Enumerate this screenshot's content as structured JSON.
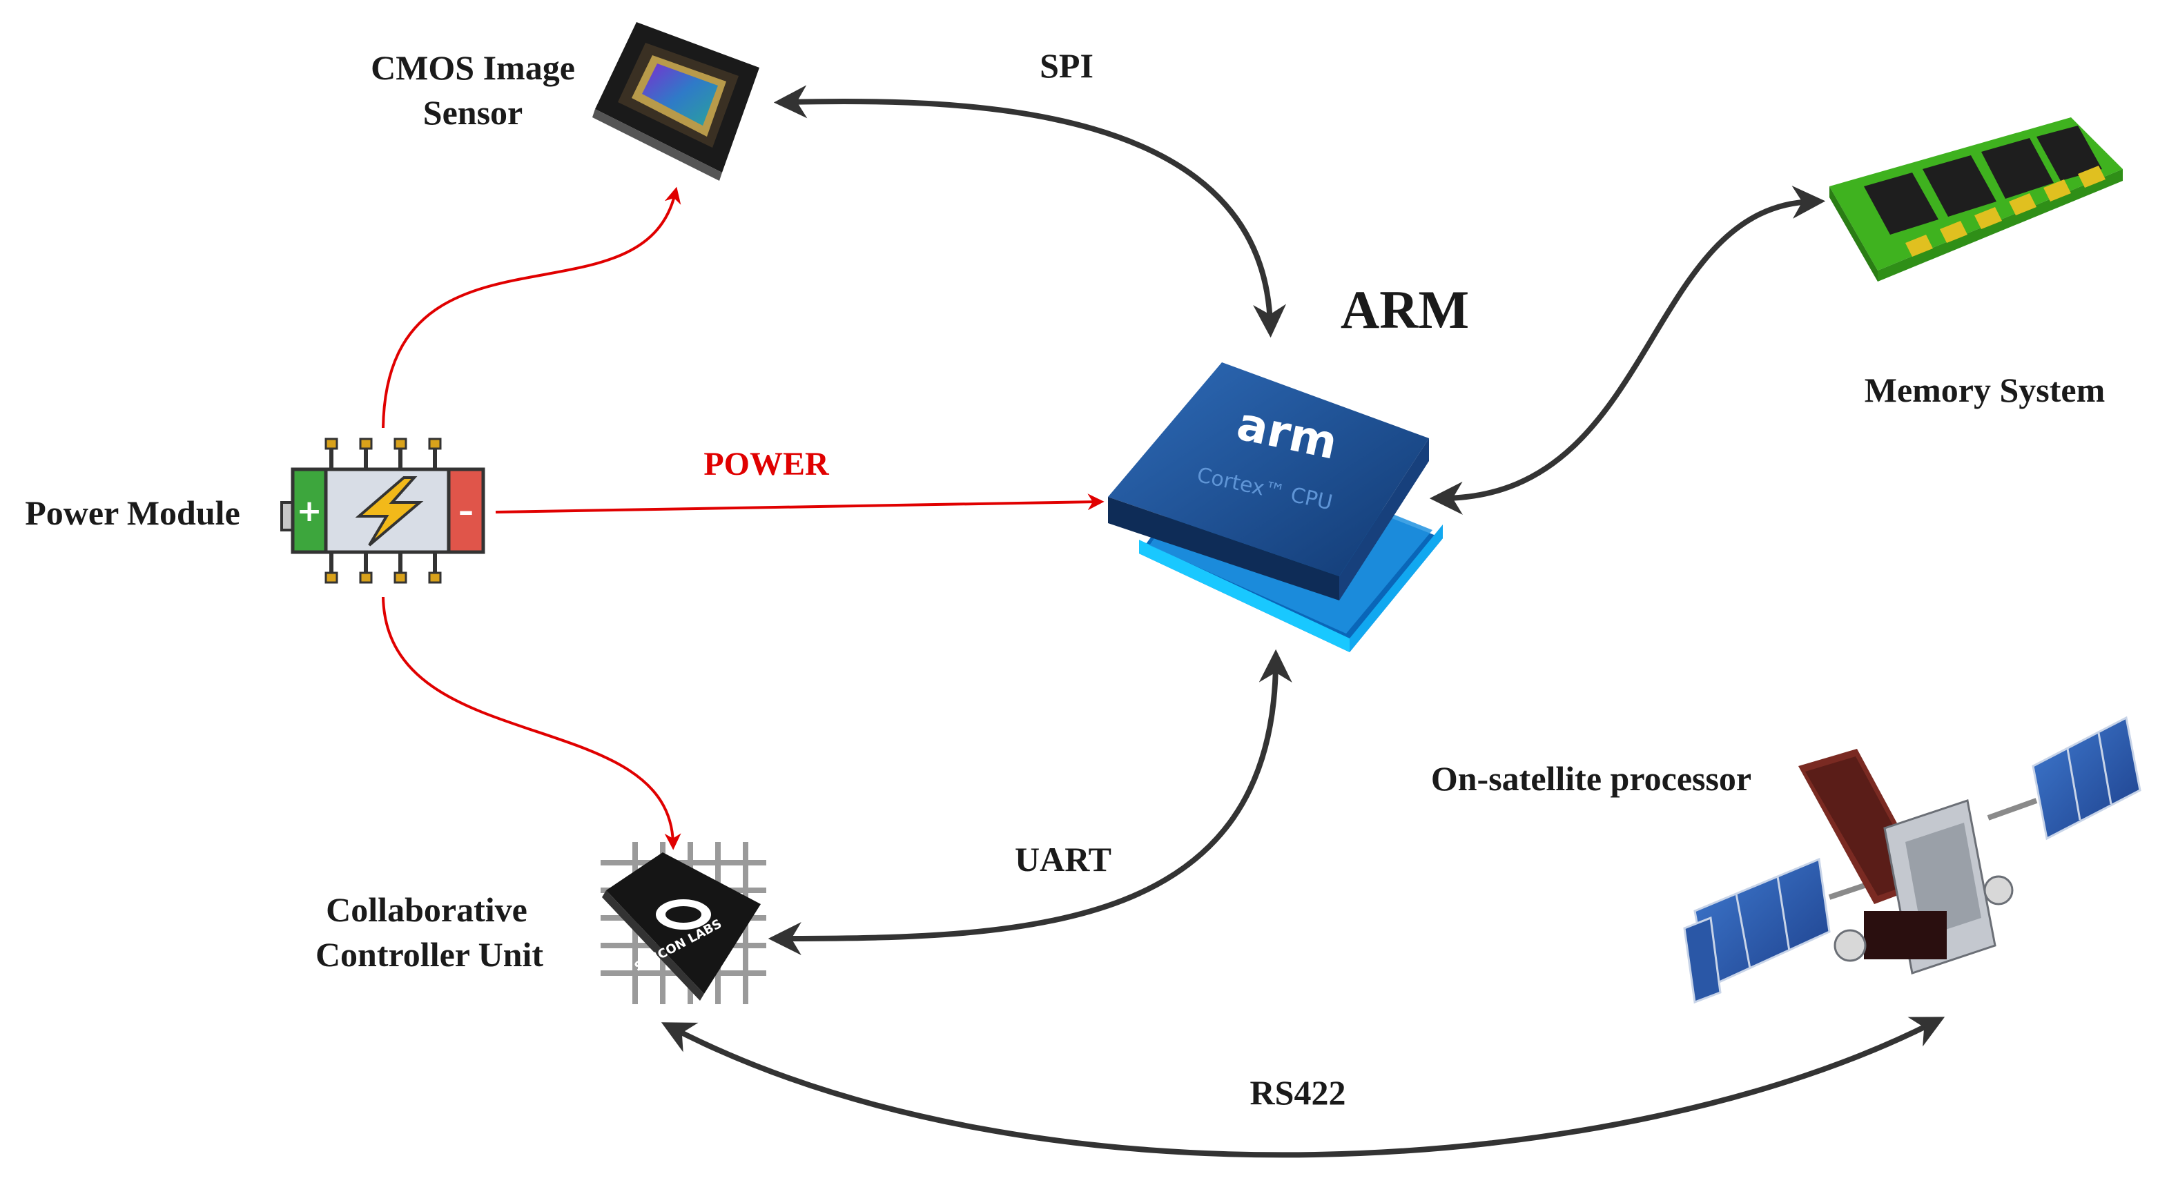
{
  "nodes": {
    "cmos": {
      "label_line1": "CMOS Image",
      "label_line2": "Sensor",
      "icon": "image-sensor-icon"
    },
    "memory": {
      "label": "Memory System",
      "icon": "memory-module-icon"
    },
    "arm": {
      "title": "ARM",
      "chip_brand": "arm",
      "chip_subtitle": "Cortex™ CPU",
      "icon": "arm-cpu-chip-icon"
    },
    "power": {
      "label": "Power Module",
      "plus": "+",
      "minus": "–",
      "icon": "battery-icon"
    },
    "ccu": {
      "label_line1": "Collaborative",
      "label_line2": "Controller Unit",
      "chip_text": "SILICON LABS",
      "icon": "microcontroller-icon"
    },
    "satellite": {
      "label": "On-satellite processor",
      "icon": "satellite-icon"
    }
  },
  "links": {
    "spi": "SPI",
    "power": "POWER",
    "uart": "UART",
    "rs422": "RS422"
  },
  "colors": {
    "data_arrow": "#333333",
    "power_arrow": "#e00000",
    "power_label": "#e00000",
    "arm_chip": "#1d4f8f",
    "arm_glow": "#19c8ff",
    "memory_pcb": "#3fb21f",
    "satellite_panel": "#2f62b8"
  }
}
